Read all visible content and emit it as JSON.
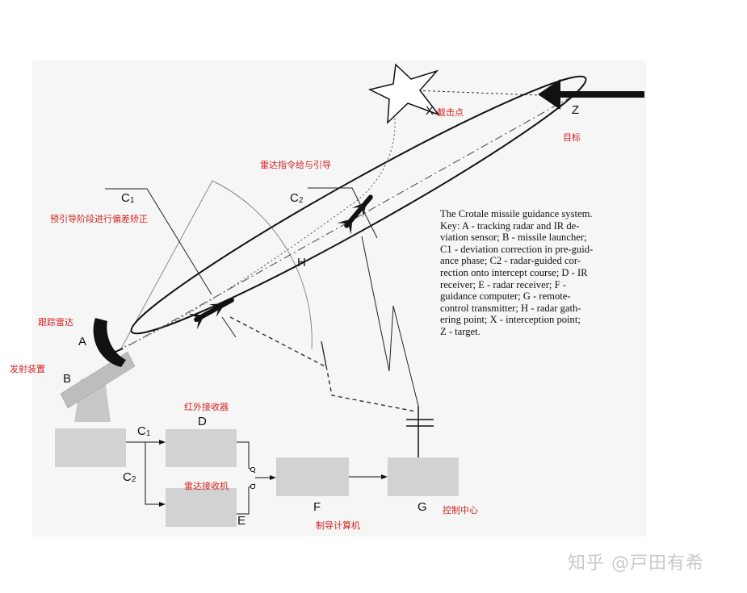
{
  "labels_cn": {
    "intercept_point": "截击点",
    "target": "目标",
    "radar_command": "雷达指令给与引导",
    "pre_guidance": "预引导阶段进行偏差矫正",
    "tracking_radar": "跟踪雷达",
    "launcher": "发射装置",
    "ir_receiver": "红外接收器",
    "radar_receiver": "雷达接收机",
    "guidance_computer": "制导计算机",
    "control_center": "控制中心"
  },
  "letters": {
    "A": "A",
    "B": "B",
    "C1": "C",
    "C1_sub": "1",
    "C2": "C",
    "C2_sub": "2",
    "D": "D",
    "E": "E",
    "F": "F",
    "G": "G",
    "H": "H",
    "X": "X",
    "Z": "Z"
  },
  "key_lines": [
    "The Crotale missile guidance system.",
    "Key: A - tracking radar and IR de-",
    "viation sensor; B - missile launcher;",
    "C1 - deviation correction in pre-guid-",
    "ance phase; C2 - radar-guided cor-",
    "rection onto intercept course; D - IR",
    "receiver; E - radar receiver; F -",
    "guidance computer; G - remote-",
    "control transmitter; H - radar gath-",
    "ering point; X - interception point;",
    "Z - target."
  ],
  "watermark": "知乎 @戸田有希",
  "colors": {
    "label_red": "#d22424",
    "box_gray": "#d2d2d2",
    "line": "#111111"
  }
}
